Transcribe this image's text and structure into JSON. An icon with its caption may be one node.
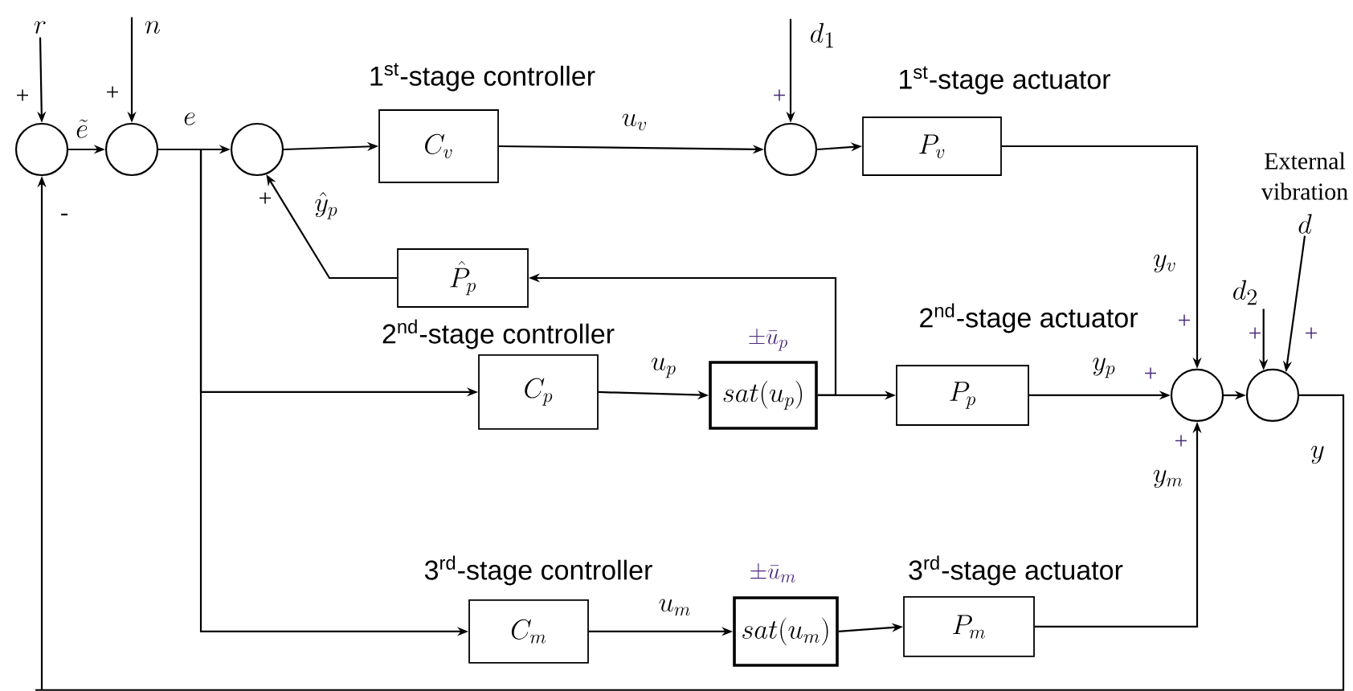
{
  "diagram": {
    "nodes": [
      {
        "text": [],
        "shape": "circle"
      },
      {
        "text": [],
        "shape": "circle"
      },
      {
        "text": [],
        "shape": "circle"
      },
      {
        "text": [
          "1$^{st}$-stage controller",
          "C_v"
        ]
      },
      {
        "text": [],
        "shape": "circle"
      },
      {
        "text": [
          "1$^{st}$-stage actuator",
          "P_v"
        ]
      },
      {
        "text": [
          "\\hat{P}_p"
        ]
      },
      {
        "text": [
          "2$^{nd}$-stage controller",
          "C_p"
        ]
      },
      {
        "text": [
          "sat(u_p)"
        ],
        "beside": [
          "\\pm\\bar{u}_p"
        ]
      },
      {
        "text": [
          "2$^{nd}$-stage actuator",
          "P_p"
        ]
      },
      {
        "text": [],
        "shape": "circle"
      },
      {
        "text": [],
        "shape": "circle"
      },
      {
        "text": [
          "3$^{rd}$-stage controller",
          "C_m"
        ]
      },
      {
        "text": [
          "sat(u_m)"
        ],
        "beside": [
          "\\pm\\bar{u}_m"
        ]
      },
      {
        "text": [
          "3$^{rd}$-stage actuator",
          "P_m"
        ]
      },
      {
        "text": [
          "r"
        ]
      },
      {
        "text": [
          "n"
        ]
      },
      {
        "text": [
          "d_1"
        ]
      },
      {
        "text": [
          "d_2"
        ]
      },
      {
        "text": [
          "External vibration",
          "d"
        ]
      }
    ],
    "edges": [
      {
        "from": 15,
        "to": 0,
        "arrow": "to"
      },
      {
        "from": 16,
        "to": 1,
        "arrow": "to"
      },
      {
        "from": 0,
        "to": 1,
        "arrow": "to",
        "label": "\\tilde{e}"
      },
      {
        "from": 1,
        "to": 2,
        "arrow": "to",
        "label": "e"
      },
      {
        "from": 2,
        "to": 3,
        "arrow": "to"
      },
      {
        "from": 3,
        "to": 4,
        "arrow": "to",
        "label": "u_v"
      },
      {
        "from": 17,
        "to": 4,
        "arrow": "to"
      },
      {
        "from": 4,
        "to": 5,
        "arrow": "to"
      },
      {
        "from": 5,
        "to": 10,
        "arrow": "to",
        "label": "y_v"
      },
      {
        "from": 1,
        "to": 7,
        "arrow": "to"
      },
      {
        "from": 1,
        "to": 12,
        "arrow": "to"
      },
      {
        "from": 7,
        "to": 8,
        "arrow": "to",
        "label": "u_p"
      },
      {
        "from": 8,
        "to": 9,
        "arrow": "to"
      },
      {
        "from": 8,
        "to": 6,
        "arrow": "to"
      },
      {
        "from": 6,
        "to": 2,
        "arrow": "to",
        "label": "\\hat{y}_p"
      },
      {
        "from": 9,
        "to": 10,
        "arrow": "to",
        "label": "y_p"
      },
      {
        "from": 12,
        "to": 13,
        "arrow": "to",
        "label": "u_m"
      },
      {
        "from": 13,
        "to": 14,
        "arrow": "to"
      },
      {
        "from": 14,
        "to": 10,
        "arrow": "to",
        "label": "y_m"
      },
      {
        "from": 10,
        "to": 11,
        "arrow": "to"
      },
      {
        "from": 18,
        "to": 11,
        "arrow": "to"
      },
      {
        "from": 19,
        "to": 11,
        "arrow": "to"
      },
      {
        "from": 11,
        "to": 0,
        "arrow": "to",
        "label": "y"
      }
    ],
    "labels": [
      "+",
      "+",
      "+",
      "+",
      "-",
      "+",
      "+",
      "+",
      "+",
      "+"
    ]
  }
}
